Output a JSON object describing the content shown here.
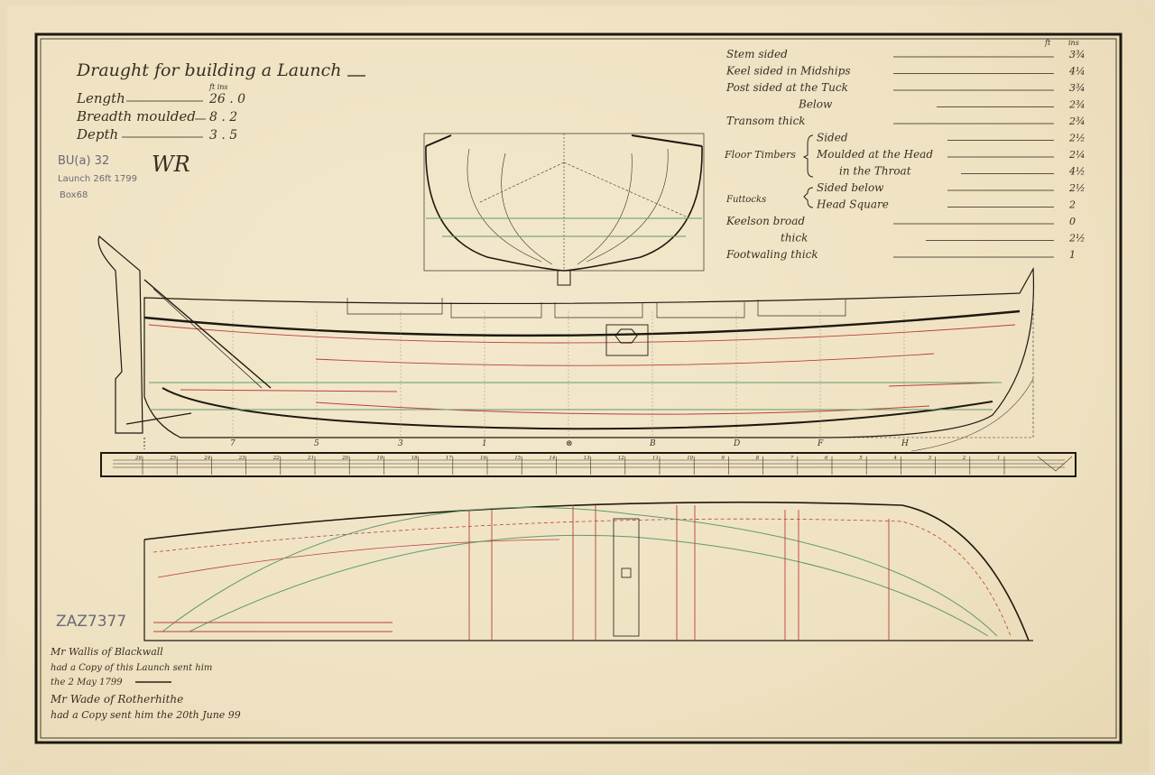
{
  "title": "Draught for building a Launch",
  "dimensions": {
    "units": "ft ins",
    "rows": [
      {
        "label": "Length",
        "value": "26 . 0"
      },
      {
        "label": "Breadth moulded",
        "value": "8 . 2"
      },
      {
        "label": "Depth",
        "value": "3 . 5"
      }
    ]
  },
  "initials": "WR",
  "archive_notes": [
    "BU(a) 32",
    "Launch 26ft 1799",
    "Box68"
  ],
  "catalogue_number": "ZAZ7377",
  "scantlings": {
    "header_ft": "ft",
    "header_ins": "ins",
    "rows": [
      {
        "label": "Stem sided",
        "value": "3¾"
      },
      {
        "label": "Keel sided in Midships",
        "value": "4¼"
      },
      {
        "label": "Post sided at the Tuck",
        "value": "3¾"
      },
      {
        "label": "Below",
        "value": "2¾"
      },
      {
        "label": "Transom thick",
        "value": "2¾"
      },
      {
        "label": "Sided",
        "value": "2½"
      },
      {
        "label": "Moulded at the Head",
        "value": "2¼"
      },
      {
        "label": "in the Throat",
        "value": "4½"
      },
      {
        "label": "Sided below",
        "value": "2½"
      },
      {
        "label": "Head Square",
        "value": "2"
      },
      {
        "label": "Keelson broad",
        "value": "0"
      },
      {
        "label": "thick",
        "value": "2½"
      },
      {
        "label": "Footwaling thick",
        "value": "1"
      }
    ],
    "group_floor": "Floor Timbers",
    "group_futtocks": "Futtocks"
  },
  "stations": [
    "7",
    "5",
    "3",
    "1",
    "⊗",
    "B",
    "D",
    "F",
    "H"
  ],
  "scale_ticks": [
    "26",
    "25",
    "24",
    "23",
    "22",
    "21",
    "20",
    "19",
    "18",
    "17",
    "16",
    "15",
    "14",
    "13",
    "12",
    "11",
    "10",
    "9",
    "8",
    "7",
    "6",
    "5",
    "4",
    "3",
    "2",
    "1"
  ],
  "notes": [
    "Mr Wallis of Blackwall",
    "had a Copy of this Launch sent him",
    "the 2 May 1799",
    "Mr Wade of Rotherhithe",
    "had a Copy sent him the 20th June 99"
  ],
  "colors": {
    "ink": "#2a2118",
    "red": "#b8403a",
    "green": "#5f9a6a",
    "paper": "#efe2c2"
  }
}
